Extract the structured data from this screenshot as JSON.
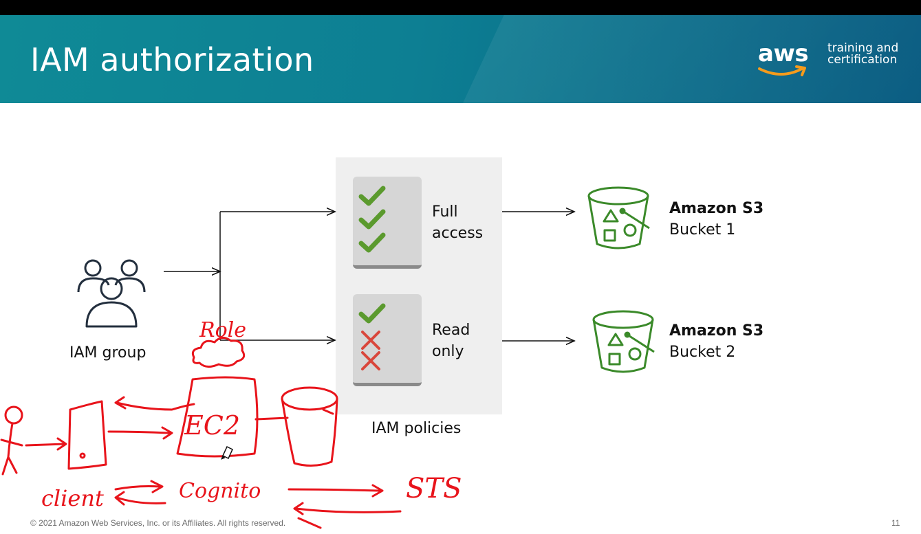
{
  "slide": {
    "title": "IAM authorization",
    "page_number": "11",
    "footer": "© 2021 Amazon Web Services, Inc. or its Affiliates. All rights reserved."
  },
  "logo": {
    "word": "aws",
    "line1": "training and",
    "line2": "certification"
  },
  "diagram": {
    "group_label": "IAM group",
    "policies_label": "IAM policies",
    "policy_full": {
      "line1": "Full",
      "line2": "access"
    },
    "policy_read": {
      "line1": "Read",
      "line2": "only"
    },
    "bucket1": {
      "service": "Amazon S3",
      "name": "Bucket 1"
    },
    "bucket2": {
      "service": "Amazon S3",
      "name": "Bucket 2"
    }
  },
  "annotations": {
    "role": "Role",
    "ec2": "EC2",
    "client": "client",
    "cognito": "Cognito",
    "sts": "STS"
  },
  "colors": {
    "header": "#0d7f93",
    "check": "#5b9a2e",
    "cross": "#d9463b",
    "bucket": "#3b8a2a",
    "ink": "#e8141b"
  }
}
